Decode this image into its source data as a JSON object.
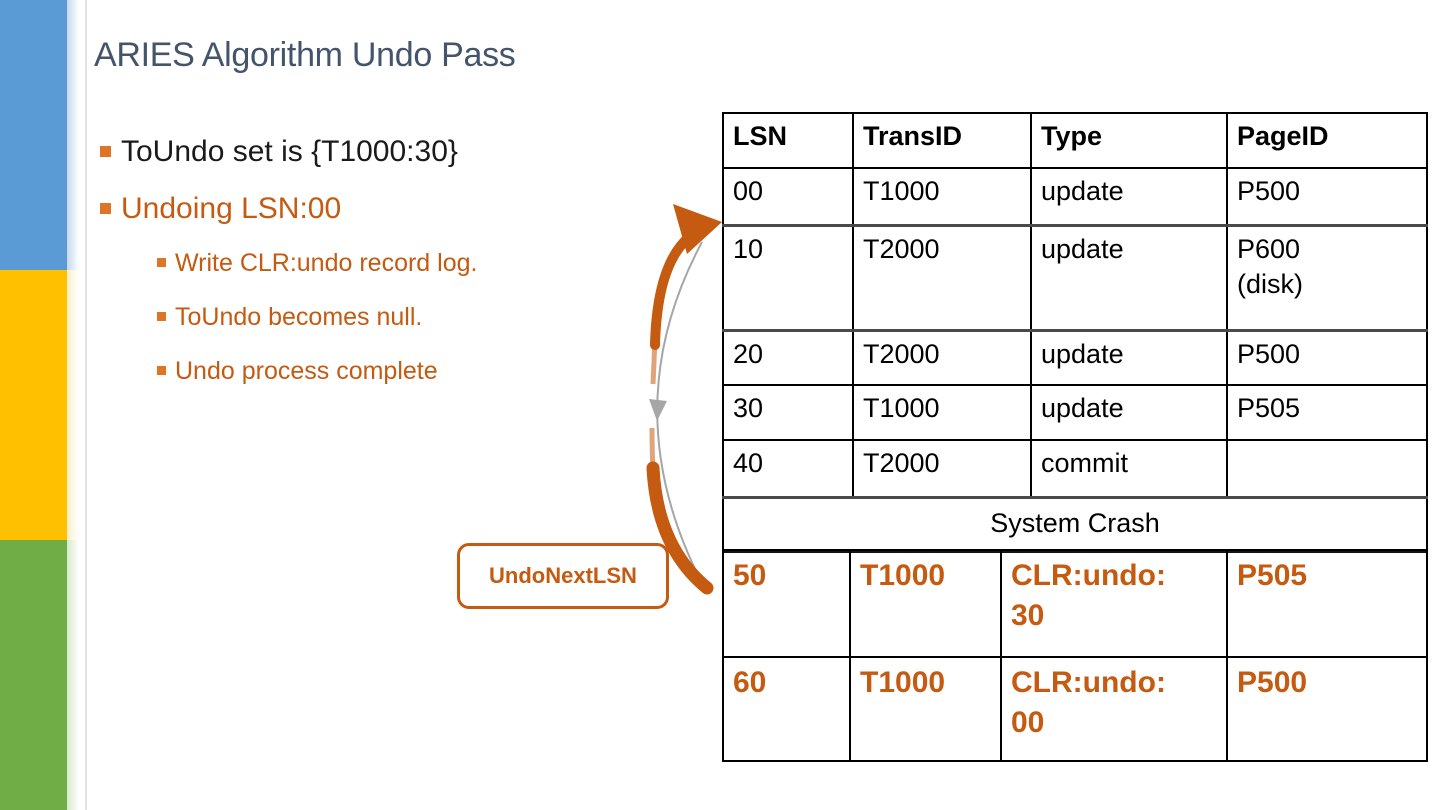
{
  "slide": {
    "title": "ARIES Algorithm Undo Pass",
    "bullets": [
      {
        "level": 1,
        "text": "ToUndo set is {T1000:30}"
      },
      {
        "level": 1,
        "text": "Undoing LSN:00"
      },
      {
        "level": 2,
        "text": "Write CLR:undo record log."
      },
      {
        "level": 2,
        "text": "ToUndo becomes null."
      },
      {
        "level": 2,
        "text": "Undo process complete"
      }
    ],
    "callout_label": "UndoNextLSN"
  },
  "log_table": {
    "headers": [
      "LSN",
      "TransID",
      "Type",
      "PageID"
    ],
    "rows": [
      [
        "00",
        "T1000",
        "update",
        "P500"
      ],
      [
        "10",
        "T2000",
        "update",
        "P600 (disk)"
      ],
      [
        "20",
        "T2000",
        "update",
        "P500"
      ],
      [
        "30",
        "T1000",
        "update",
        "P505"
      ],
      [
        "40",
        "T2000",
        "commit",
        ""
      ]
    ],
    "crash_label": "System Crash",
    "undo_rows": [
      [
        "50",
        "T1000",
        "CLR:undo:30",
        "P505"
      ],
      [
        "60",
        "T1000",
        "CLR:undo:00",
        "P500"
      ]
    ]
  },
  "colors": {
    "accent_orange": "#C55A11",
    "bullet_orange": "#DE7425",
    "title_color": "#44546A",
    "text_dark": "#1a1a1a",
    "sidebar_blue": "#5B9BD5",
    "sidebar_blue_tint": "#C5D9EE",
    "sidebar_yellow": "#FFC000",
    "sidebar_yellow_tint": "#FAF0C8",
    "sidebar_green": "#70AD47",
    "sidebar_green_tint": "#D8E7CC",
    "arrow_gray": "#A6A6A6",
    "table_border": "#000000"
  }
}
